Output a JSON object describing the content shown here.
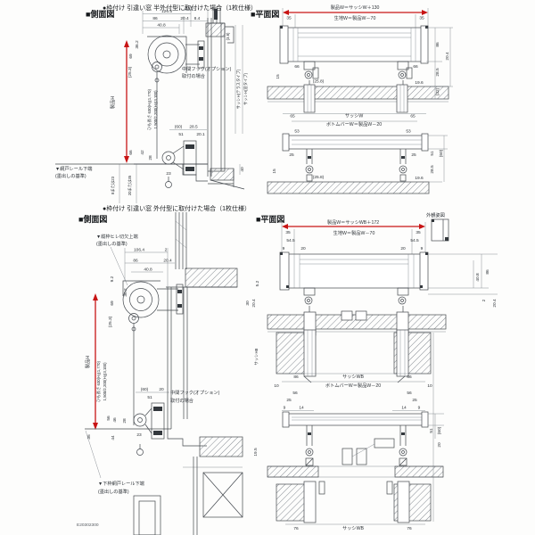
{
  "code": "E20302300",
  "colors": {
    "accent_red": "#c81414",
    "line_ink": "#43484e"
  },
  "top": {
    "header": "●枠付け 引違い窓 半外付型に取付けた場合（1枚仕様）",
    "side_label": "■側面図",
    "plan_label": "■平面図",
    "product_h": "製品H",
    "mid_hook_1": "中間フック(オプション)",
    "mid_hook_2": "取付の場合",
    "screen_rail_1": "▼網戸レール下端",
    "screen_rail_2": "(墨出しの基準)",
    "alt_a": "8または23",
    "alt_b": "20または35",
    "sash_terrace": "サッシH(テラスタイプ)",
    "sash_window": "サッシH(窓タイプ)",
    "cord_1": "ひも長さ 630(H≦1,770)",
    "cord_2": "1,500/2,200(H≦3,100)",
    "plan_w": "製品W＝サッシW＋130",
    "plan_fabric": "生地W＝製品W－70",
    "sash_w": "サッシW",
    "bottom_bar_w": "ボトムバーW＝製品W－20"
  },
  "bottom": {
    "header": "●枠付け 引違い窓 外付型に取付けた場合（1枚仕様）",
    "side_label": "■側面図",
    "plan_label": "■平面図",
    "product_h": "製品H",
    "fin_1": "▼縦枠ヒレ切欠上端",
    "fin_2": "(墨出しの基準)",
    "mid_hook_1": "中間フック(オプション)",
    "mid_hook_2": "取付の場合",
    "rail_1": "▼下枠網戸レール下端",
    "rail_2": "(墨出しの基準)",
    "sash_hb": "サッシHB",
    "cord_1": "ひも長さ 630(H≦1,770)",
    "cord_2": "1,500/2,200(H≦3,100)",
    "appearance": "外観姿図",
    "plan_w": "製品W＝サッシWB＋172",
    "plan_fabric": "生地W＝製品W－70",
    "sash_wb": "サッシWB",
    "bottom_bar_w": "ボトムバーW＝製品W－20"
  },
  "dims": {
    "d2": "2",
    "d9": "9",
    "d10": "10",
    "d14": "14",
    "d15": "15",
    "d20": "20",
    "d23": "23",
    "d25": "25",
    "d28": "28",
    "d30": "30",
    "d35": "35",
    "d40": "40",
    "d42": "42",
    "d44": "44",
    "d46": "46",
    "d51": "51",
    "d53": "53",
    "d56": "56",
    "d65": "65",
    "d66": "66",
    "d69": "69",
    "d76": "76",
    "d86": "86",
    "d3_8": "(3.8)",
    "d5_2": "5.2",
    "d8_4": "8.4",
    "d9_2": "9.2",
    "d19_5": "19.5",
    "d19_6": "19.6",
    "d20_1": "20.1",
    "d20_4": "20.4",
    "d25_3": "(25.3)",
    "d25_8": "(25.8)",
    "d28_5": "28.5",
    "d32": "(32)",
    "d36_2": "36.2",
    "d40_8": "40.8",
    "d54_5": "54.5",
    "d60": "(60)",
    "d106_4": "106.4",
    "d126_5": "126.5"
  }
}
